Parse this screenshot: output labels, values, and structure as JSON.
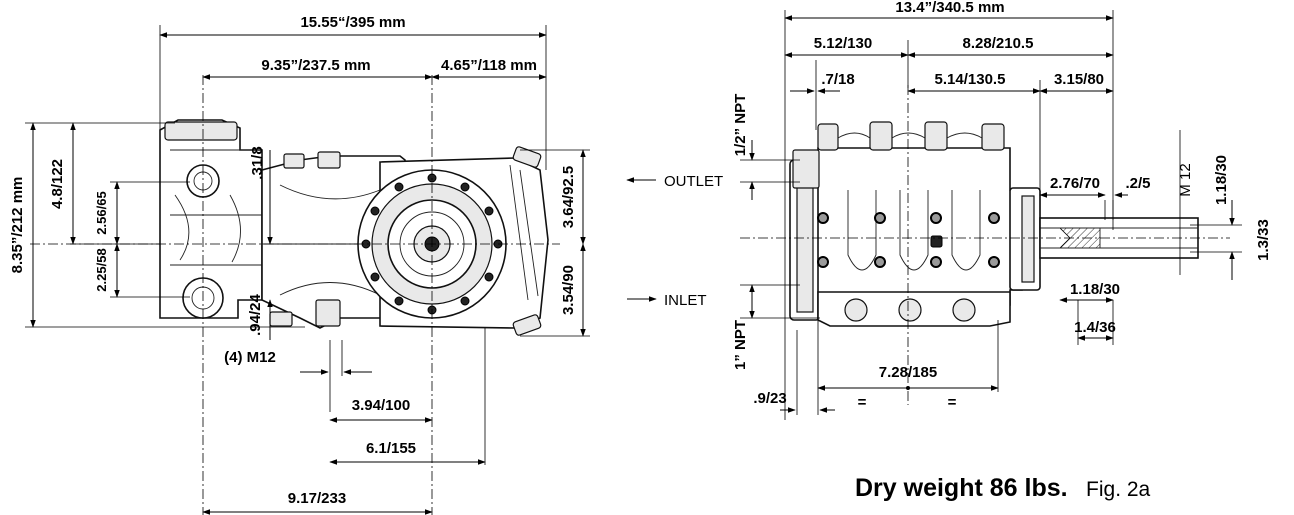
{
  "front_view": {
    "overall_width": "15.55“/395 mm",
    "crank_width": "9.35”/237.5 mm",
    "head_width": "4.65”/118 mm",
    "overall_height": "8.35”/212 mm",
    "upper_height": "4.8/122",
    "upper_bore": "2.56/65",
    "lower_bore": "2.25/58",
    "small_offset": ".31/8",
    "foot_height": ".94/24",
    "outlet_height": "3.64/92.5",
    "inlet_height": "3.54/90",
    "mount_thread": "(4) M12",
    "foot_spacing_a": "3.94/100",
    "foot_spacing_b": "6.1/155",
    "foot_spacing_c": "9.17/233",
    "outlet_label": "OUTLET",
    "inlet_label": "INLET"
  },
  "side_view": {
    "overall_length": "13.4”/340.5 mm",
    "rear_length": "5.12/130",
    "front_length": "8.28/210.5",
    "flange": ".7/18",
    "mid_length": "5.14/130.5",
    "shaft_length": "3.15/80",
    "outlet_port": "1/2” NPT",
    "inlet_port": "1” NPT",
    "shaft_key": "2.76/70",
    "key_offset": ".2/5",
    "thread": "M 12",
    "shaft_dia_a": "1.18/30",
    "shaft_dia_b": "1.3/33",
    "key_width": "1.18/30",
    "key_length": "1.4/36",
    "foot_span": "7.28/185",
    "foot_offset": ".9/23",
    "equal_a": "=",
    "equal_b": "="
  },
  "caption": {
    "weight": "Dry weight 86 lbs.",
    "figure": "Fig. 2a"
  }
}
